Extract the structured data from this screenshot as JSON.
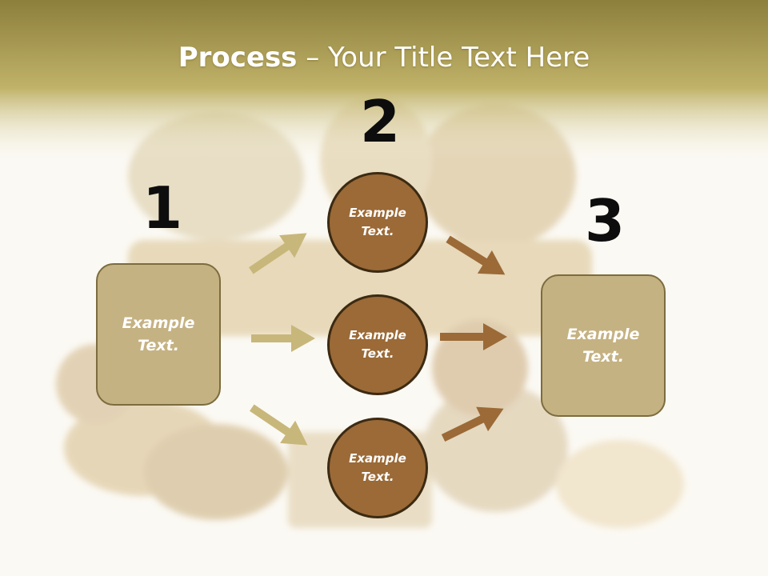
{
  "title": {
    "bold": "Process",
    "rest": " – Your Title Text Here"
  },
  "steps": {
    "one": "1",
    "two": "2",
    "three": "3"
  },
  "left_box": {
    "text": "Example Text."
  },
  "right_box": {
    "text": "Example Text."
  },
  "circles": [
    {
      "text": "Example Text."
    },
    {
      "text": "Example Text."
    },
    {
      "text": "Example Text."
    }
  ],
  "colors": {
    "header_band": "#b9aa5c",
    "box_fill": "#c5b282",
    "circle_fill": "#9b6a37",
    "arrow_light": "#c8b77a",
    "arrow_dark": "#9b6a37"
  }
}
